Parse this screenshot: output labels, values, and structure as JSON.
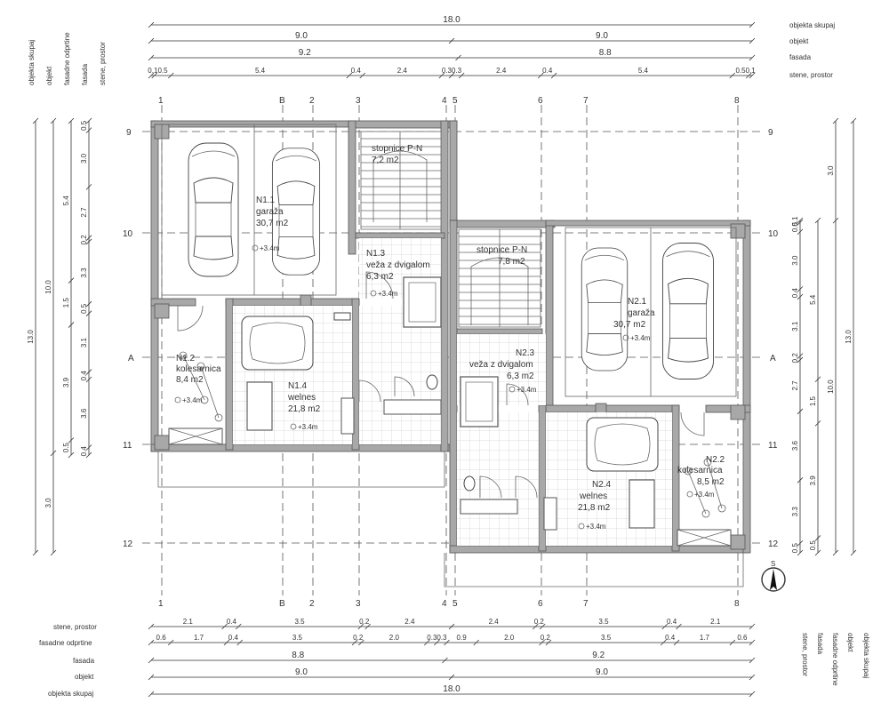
{
  "levels": {
    "overall": "objekta skupaj",
    "object": "objekt",
    "facade": "fasada",
    "walls": "stene, prostor",
    "facade_offsets": "fasadne odprtine"
  },
  "axes": {
    "vertical": [
      "1",
      "B",
      "2",
      "3",
      "4",
      "5",
      "6",
      "7",
      "8"
    ],
    "horizontal": [
      "9",
      "10",
      "11",
      "12"
    ],
    "sections": [
      "A",
      "A",
      "B",
      "B"
    ],
    "north": "S"
  },
  "top_dims": {
    "overall": "18.0",
    "object": [
      "9.0",
      "9.0"
    ],
    "facade": [
      "9.2",
      "8.8"
    ],
    "walls": [
      "0.1",
      "0.5",
      "5.4",
      "0.4",
      "2.4",
      "0.3",
      "0.3",
      "2.4",
      "0.4",
      "5.4",
      "0.5",
      "0.1"
    ]
  },
  "bottom_dims": {
    "walls": [
      "2.1",
      "0.4",
      "3.5",
      "0.2",
      "2.4",
      "2.4",
      "0.2",
      "3.5",
      "0.4",
      "2.1"
    ],
    "facade_offsets": [
      "0.6",
      "1.7",
      "0.4",
      "3.5",
      "0.2",
      "2.0",
      "0.3",
      "0.3",
      "0.9",
      "2.0",
      "0.2",
      "3.5",
      "0.4",
      "1.7",
      "0.6"
    ],
    "facade": [
      "8.8",
      "9.2"
    ],
    "object": [
      "9.0",
      "9.0"
    ],
    "overall": "18.0"
  },
  "left_dims": {
    "overall": "13.0",
    "object": [
      "10.0",
      "3.0"
    ],
    "facade": [
      "5.4",
      "1.5",
      "3.9",
      "0.5"
    ],
    "walls": [
      "0.5",
      "3.0",
      "2.7",
      "0.2",
      "3.3",
      "0.5",
      "3.1",
      "0.4",
      "3.6",
      "0.4"
    ]
  },
  "right_dims": {
    "overall": "13.0",
    "object": [
      "3.0",
      "10.0"
    ],
    "facade": [
      "5.4",
      "1.5",
      "3.9",
      "0.5"
    ],
    "walls": [
      "0.1",
      "0.5",
      "3.0",
      "0.4",
      "3.1",
      "0.2",
      "2.7",
      "3.6",
      "3.3",
      "0.5"
    ]
  },
  "rooms": [
    {
      "id": "N1.1",
      "name": "garaža",
      "area": "30,7 m2"
    },
    {
      "id": "N1.2",
      "name": "kolesarnica",
      "area": "8,4 m2"
    },
    {
      "id": "N1.3",
      "name": "veža z dvigalom",
      "area": "6,3 m2"
    },
    {
      "id": "N1.4",
      "name": "welnes",
      "area": "21,8 m2"
    },
    {
      "id": "",
      "name": "stopnice P-N",
      "area": "7,2 m2"
    },
    {
      "id": "",
      "name": "stopnice P-N",
      "area": "7,8 m2"
    },
    {
      "id": "N2.1",
      "name": "garaža",
      "area": "30,7 m2"
    },
    {
      "id": "N2.2",
      "name": "kolesarnica",
      "area": "8,5 m2"
    },
    {
      "id": "N2.3",
      "name": "veža z dvigalom",
      "area": "6,3 m2"
    },
    {
      "id": "N2.4",
      "name": "welnes",
      "area": "21,8 m2"
    }
  ],
  "heights": [
    "+3.4m",
    "+3.4m",
    "+3.4m",
    "+3.4m",
    "+3.4m",
    "+3.4m",
    "+3.4m",
    "+3.4m"
  ]
}
